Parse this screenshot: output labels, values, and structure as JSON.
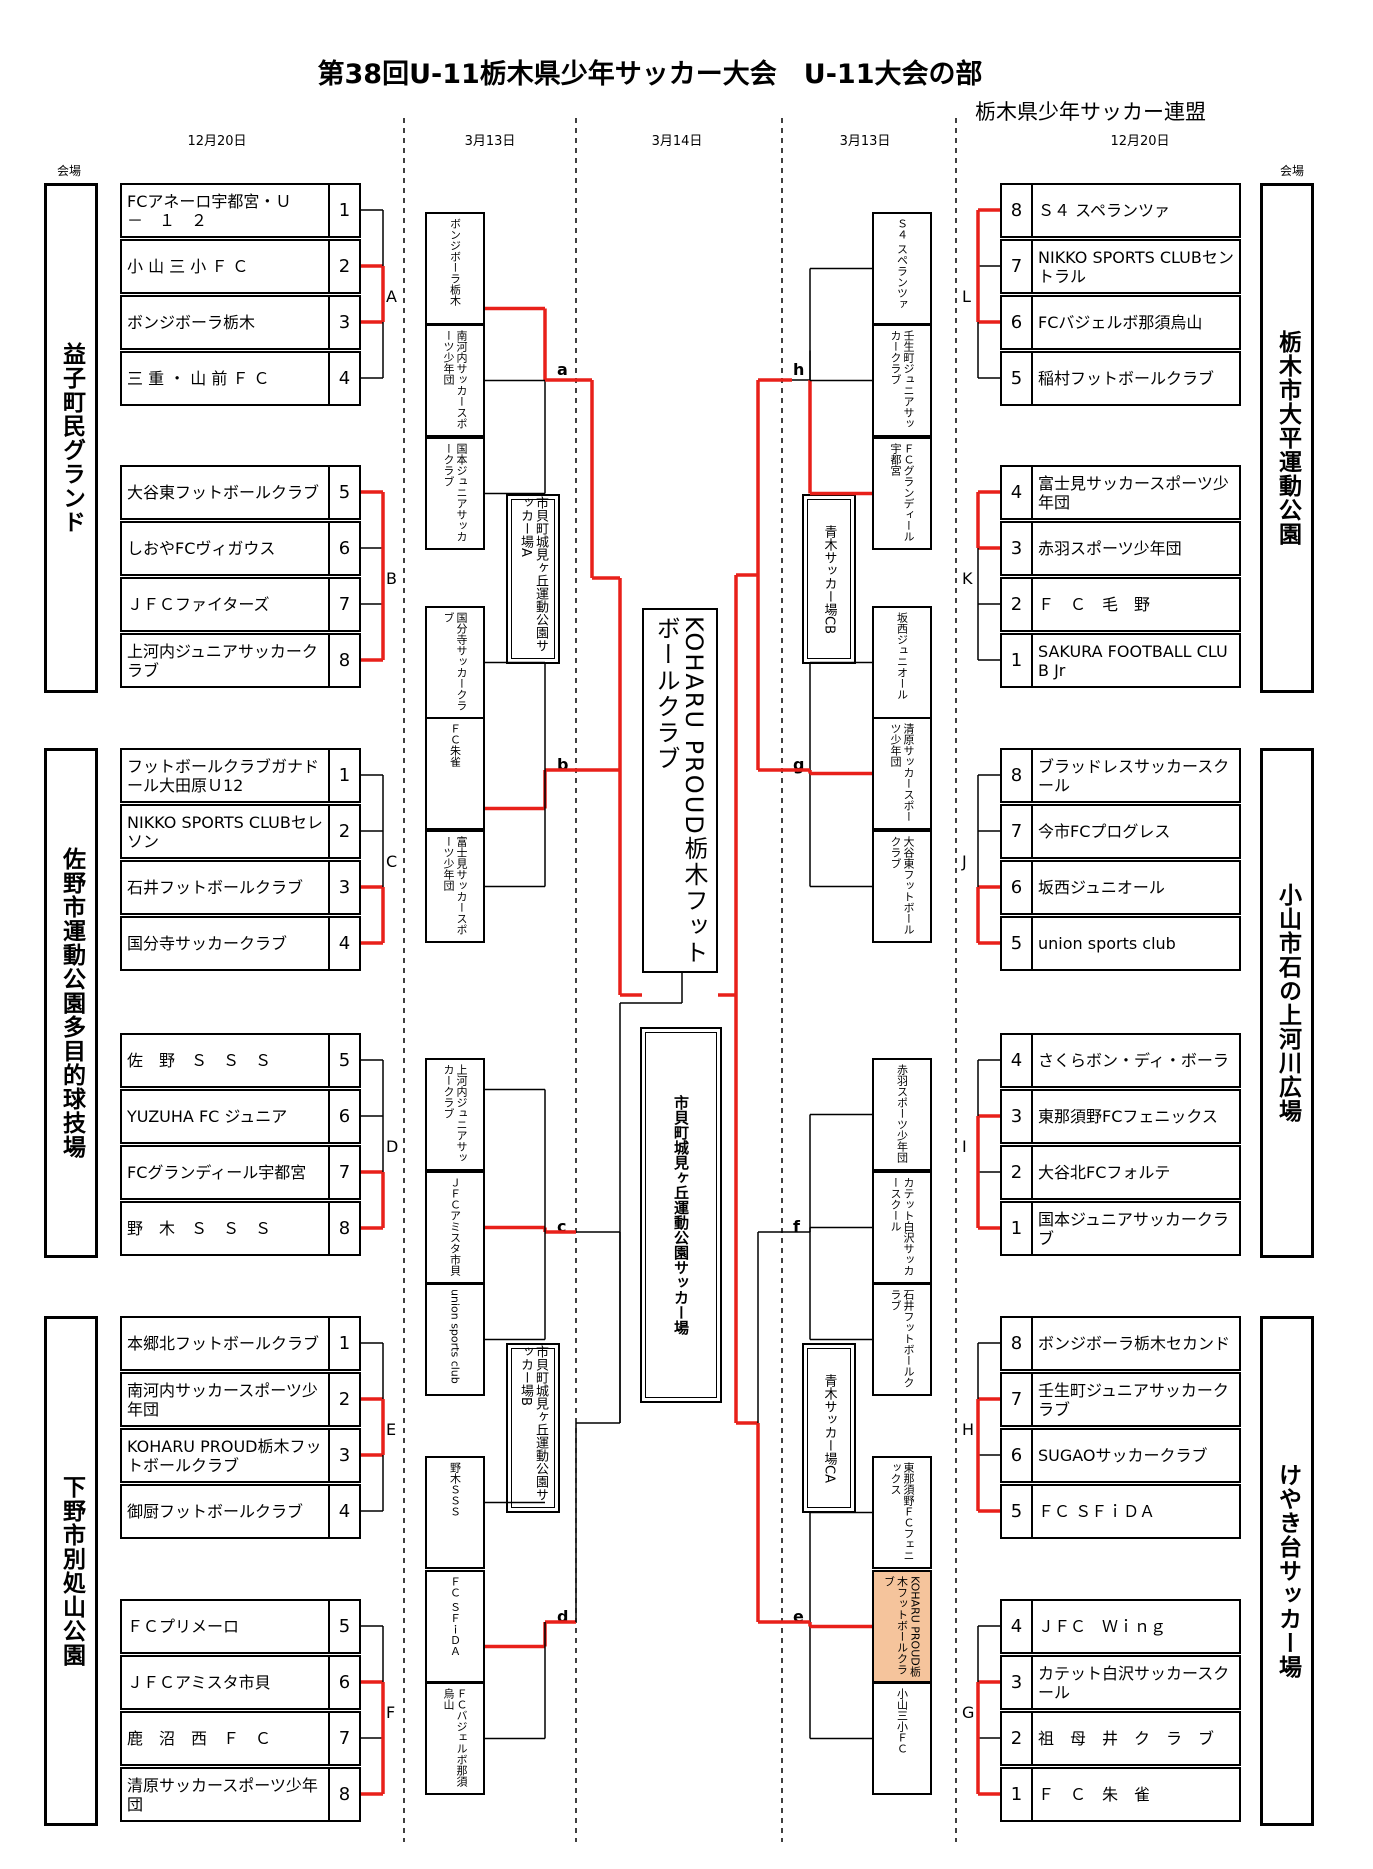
{
  "title": "第38回U-11栃木県少年サッカー大会　U-11大会の部",
  "organizer": "栃木県少年サッカー連盟",
  "venue_header": "会場",
  "dates": {
    "round1_left": "12月20日",
    "round2_left": "3月13日",
    "final": "3月14日",
    "round2_right": "3月13日",
    "round1_right": "12月20日"
  },
  "venues_left": [
    "益子町民グランド",
    "佐野市運動公園多目的球技場",
    "下野市別処山公園"
  ],
  "venues_right": [
    "栃木市大平運動公園",
    "小山市石の上河川広場",
    "けやき台サッカー場"
  ],
  "groups_left": [
    {
      "label": "A",
      "teams": [
        {
          "seed": "1",
          "name": "FCアネーロ宇都宮・Ｕ　－　１　２"
        },
        {
          "seed": "2",
          "name": "小 山 三 小 Ｆ Ｃ"
        },
        {
          "seed": "3",
          "name": "ボンジボーラ栃木"
        },
        {
          "seed": "4",
          "name": "三 重 ・ 山 前 Ｆ Ｃ"
        }
      ]
    },
    {
      "label": "B",
      "teams": [
        {
          "seed": "5",
          "name": "大谷東フットボールクラブ"
        },
        {
          "seed": "6",
          "name": "しおやFCヴィガウス"
        },
        {
          "seed": "7",
          "name": "ＪＦＣファイターズ"
        },
        {
          "seed": "8",
          "name": "上河内ジュニアサッカークラブ"
        }
      ]
    },
    {
      "label": "C",
      "teams": [
        {
          "seed": "1",
          "name": "フットボールクラブガナドール大田原Ｕ12"
        },
        {
          "seed": "2",
          "name": "NIKKO SPORTS CLUBセレソン"
        },
        {
          "seed": "3",
          "name": "石井フットボールクラブ"
        },
        {
          "seed": "4",
          "name": "国分寺サッカークラブ"
        }
      ]
    },
    {
      "label": "D",
      "teams": [
        {
          "seed": "5",
          "name": "佐　野　Ｓ　Ｓ　Ｓ"
        },
        {
          "seed": "6",
          "name": "YUZUHA FC ジュニア"
        },
        {
          "seed": "7",
          "name": "FCグランディール宇都宮"
        },
        {
          "seed": "8",
          "name": "野　木　Ｓ　Ｓ　Ｓ"
        }
      ]
    },
    {
      "label": "E",
      "teams": [
        {
          "seed": "1",
          "name": "本郷北フットボールクラブ"
        },
        {
          "seed": "2",
          "name": "南河内サッカースポーツ少年団"
        },
        {
          "seed": "3",
          "name": "KOHARU PROUD栃木フットボールクラブ"
        },
        {
          "seed": "4",
          "name": "御厨フットボールクラブ"
        }
      ]
    },
    {
      "label": "F",
      "teams": [
        {
          "seed": "5",
          "name": "ＦＣプリメーロ"
        },
        {
          "seed": "6",
          "name": "ＪＦＣアミスタ市貝"
        },
        {
          "seed": "7",
          "name": "鹿　沼　西　Ｆ　Ｃ"
        },
        {
          "seed": "8",
          "name": "清原サッカースポーツ少年団"
        }
      ]
    }
  ],
  "groups_right": [
    {
      "label": "L",
      "teams": [
        {
          "seed": "8",
          "name": "Ｓ４ スペランツァ"
        },
        {
          "seed": "7",
          "name": "NIKKO SPORTS CLUBセントラル"
        },
        {
          "seed": "6",
          "name": "FCバジェルボ那須烏山"
        },
        {
          "seed": "5",
          "name": "稲村フットボールクラブ"
        }
      ]
    },
    {
      "label": "K",
      "teams": [
        {
          "seed": "4",
          "name": "富士見サッカースポーツ少年団"
        },
        {
          "seed": "3",
          "name": "赤羽スポーツ少年団"
        },
        {
          "seed": "2",
          "name": "Ｆ　Ｃ　毛　野"
        },
        {
          "seed": "1",
          "name": "SAKURA FOOTBALL CLUB Jr"
        }
      ]
    },
    {
      "label": "J",
      "teams": [
        {
          "seed": "8",
          "name": "ブラッドレスサッカースクール"
        },
        {
          "seed": "7",
          "name": "今市FCプログレス"
        },
        {
          "seed": "6",
          "name": "坂西ジュニオール"
        },
        {
          "seed": "5",
          "name": "union sports club"
        }
      ]
    },
    {
      "label": "I",
      "teams": [
        {
          "seed": "4",
          "name": "さくらボン・ディ・ボーラ"
        },
        {
          "seed": "3",
          "name": "東那須野FCフェニックス"
        },
        {
          "seed": "2",
          "name": "大谷北FCフォルテ"
        },
        {
          "seed": "1",
          "name": "国本ジュニアサッカークラブ"
        }
      ]
    },
    {
      "label": "H",
      "teams": [
        {
          "seed": "8",
          "name": "ボンジボーラ栃木セカンド"
        },
        {
          "seed": "7",
          "name": "壬生町ジュニアサッカークラブ"
        },
        {
          "seed": "6",
          "name": "SUGAOサッカークラブ"
        },
        {
          "seed": "5",
          "name": "ＦＣ ＳＦｉＤＡ"
        }
      ]
    },
    {
      "label": "G",
      "teams": [
        {
          "seed": "4",
          "name": "ＪＦＣ　Ｗｉｎｇ"
        },
        {
          "seed": "3",
          "name": "カテット白沢サッカースクール"
        },
        {
          "seed": "2",
          "name": "祖　母　井　ク　ラ　ブ"
        },
        {
          "seed": "1",
          "name": "Ｆ　Ｃ　朱　雀"
        }
      ]
    }
  ],
  "qualifiers_left": [
    "ボンジボーラ栃木",
    "南河内サッカースポーツ少年団",
    "国本ジュニアサッカークラブ",
    "国分寺サッカークラブ",
    "ＦＣ朱雀",
    "富士見サッカースポーツ少年団",
    "上河内ジュニアサッカークラブ",
    "ＪＦＣアミスタ市貝",
    "union sports club",
    "野木ＳＳＳ",
    "ＦＣ ＳＦｉＤＡ",
    "ＦＣバジェルボ那須烏山"
  ],
  "qualifiers_right": [
    "Ｓ４ スペランツァ",
    "壬生町ジュニアサッカークラブ",
    "ＦＣグランディール宇都宮",
    "坂西ジュニオール",
    "清原サッカースポーツ少年団",
    "大谷東フットボールクラブ",
    "赤羽スポーツ少年団",
    "カテット白沢サッカースクール",
    "石井フットボールクラブ",
    "東那須野ＦＣフェニックス",
    "KOHARU PROUD栃木フットボールクラブ",
    "小山三小ＦＣ"
  ],
  "match_labels": [
    "a",
    "b",
    "c",
    "d",
    "h",
    "g",
    "f",
    "e"
  ],
  "fields": [
    "市貝町城見ヶ丘運動公園サッカー場A",
    "市貝町城見ヶ丘運動公園サッカー場B",
    "青木サッカー場CB",
    "青木サッカー場CA"
  ],
  "champion": "KOHARU PROUD栃木フットボールクラブ",
  "final_venue": "市貝町城見ヶ丘運動公園サッカー場",
  "colors": {
    "win_line": "#e8201a",
    "highlight": "#f5c49c"
  }
}
